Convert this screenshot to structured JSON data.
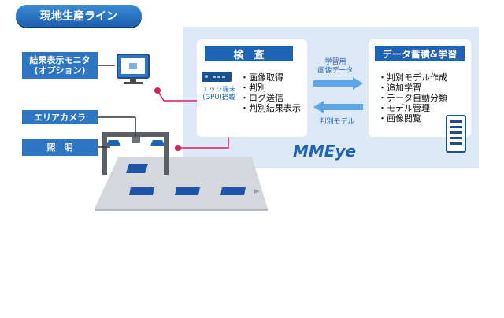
{
  "header": {
    "title": "現地生産ライン"
  },
  "labels": {
    "monitor": "結果表示モニタ\n(オプション)",
    "area_camera": "エリアカメラ",
    "lighting": "照　明"
  },
  "inspection": {
    "title": "検　査",
    "edge_label": "エッジ端末\n(GPU)搭載",
    "items": [
      "・画像取得",
      "・判別",
      "・ログ送信",
      "・判別結果表示"
    ]
  },
  "learning": {
    "title": "データ蓄積&学習",
    "items": [
      "・判別モデル作成",
      "・追加学習",
      "・データ自動分類",
      "・モデル管理",
      "・画像閲覧"
    ]
  },
  "arrows": {
    "to_learning": "学習用\n画像データ",
    "to_inspection": "判別モデル"
  },
  "brand": {
    "name": "MMEye"
  },
  "colors": {
    "accent": "#1e63b4",
    "panel": "#dde9f6",
    "connector": "#d6205e"
  }
}
